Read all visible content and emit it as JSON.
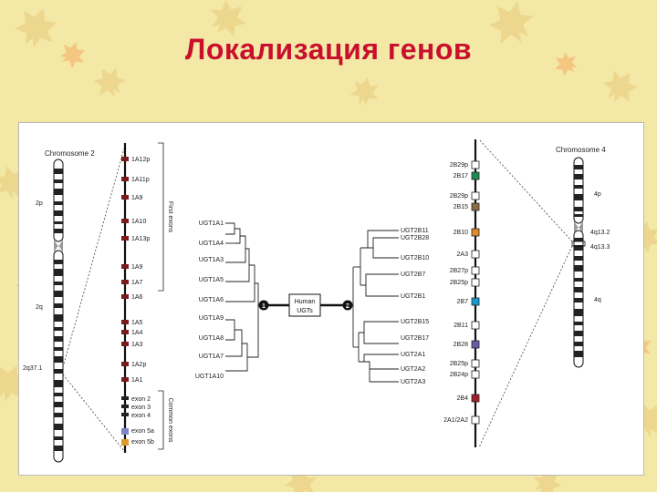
{
  "title": "Локализация генов",
  "chr2": {
    "label": "Chromosome 2",
    "band_labels": [
      "2p",
      "2q",
      "2q37.1"
    ],
    "first_exons_label": "First exons",
    "common_exons_label": "Common exons",
    "exons": [
      "1A12p",
      "1A11p",
      "1A9",
      "1A10",
      "1A13p",
      "1A9",
      "1A7",
      "1A6",
      "1A5",
      "1A4",
      "1A3",
      "1A2p",
      "1A1"
    ],
    "common_exons": [
      "exon 2",
      "exon 3",
      "exon 4",
      "exon 5a",
      "exon 5b"
    ]
  },
  "ugt1": [
    "UGT1A1",
    "UGT1A4",
    "UGT1A3",
    "UGT1A5",
    "UGT1A6",
    "UGT1A9",
    "UGT1A8",
    "UGT1A7",
    "UGT1A10"
  ],
  "center": {
    "node1": "1",
    "node2": "2",
    "box": [
      "Human",
      "UGTs"
    ]
  },
  "ugt2": [
    "UGT2B11",
    "UGT2B28",
    "UGT2B10",
    "UGT2B7",
    "UGT2B1",
    "UGT2B15",
    "UGT2B17",
    "UGT2A1",
    "UGT2A2",
    "UGT2A3"
  ],
  "chr4": {
    "label": "Chromosome 4",
    "band_labels": [
      "4p",
      "4q13.2",
      "4q13.3",
      "4q"
    ],
    "genes": [
      "2B29p",
      "2B17",
      "2B29p",
      "2B15",
      "2B10",
      "2A3",
      "2B27p",
      "2B25p",
      "2B7",
      "2B11",
      "2B28",
      "2B25p",
      "2B24p",
      "2B4",
      "2A1/2A2"
    ]
  }
}
